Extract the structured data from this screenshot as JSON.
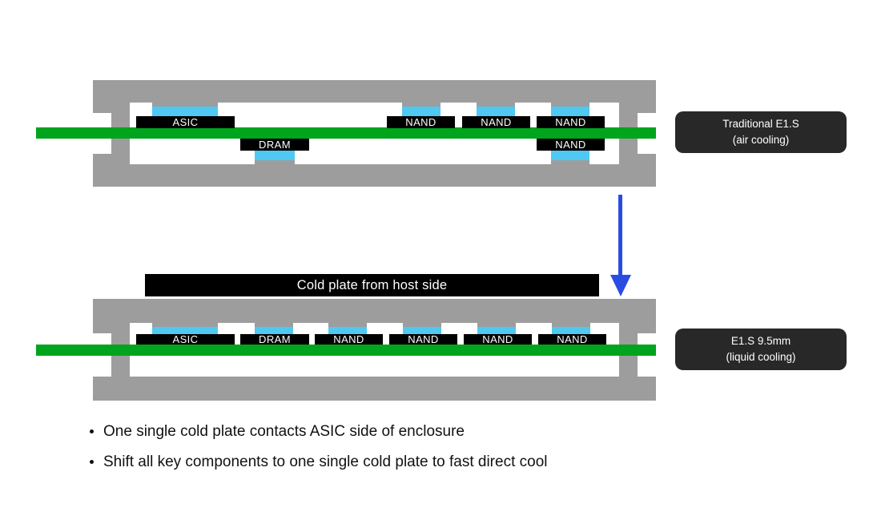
{
  "colors": {
    "enclosure": "#9d9d9d",
    "pcb": "#00a41d",
    "pad": "#4fc8f2",
    "chip": "#000000",
    "cold_plate": "#000000",
    "label_box": "#282828",
    "arrow": "#2b4ce0",
    "text_dark": "#111111",
    "text_light": "#ffffff"
  },
  "diagram_top": {
    "label_box": {
      "line1": "Traditional E1.S",
      "line2": "(air cooling)"
    },
    "chips_above": [
      {
        "label": "ASIC"
      },
      {
        "label": "NAND"
      },
      {
        "label": "NAND"
      },
      {
        "label": "NAND"
      }
    ],
    "chips_below": [
      {
        "label": "DRAM"
      },
      {
        "label": "NAND"
      }
    ]
  },
  "diagram_bottom": {
    "cold_plate_label": "Cold plate from host side",
    "label_box": {
      "line1": "E1.S 9.5mm",
      "line2": "(liquid cooling)"
    },
    "chips_above": [
      {
        "label": "ASIC"
      },
      {
        "label": "DRAM"
      },
      {
        "label": "NAND"
      },
      {
        "label": "NAND"
      },
      {
        "label": "NAND"
      },
      {
        "label": "NAND"
      }
    ]
  },
  "bullets": [
    "One single cold plate contacts ASIC side of enclosure",
    "Shift all key components to one single cold plate to fast direct cool"
  ]
}
